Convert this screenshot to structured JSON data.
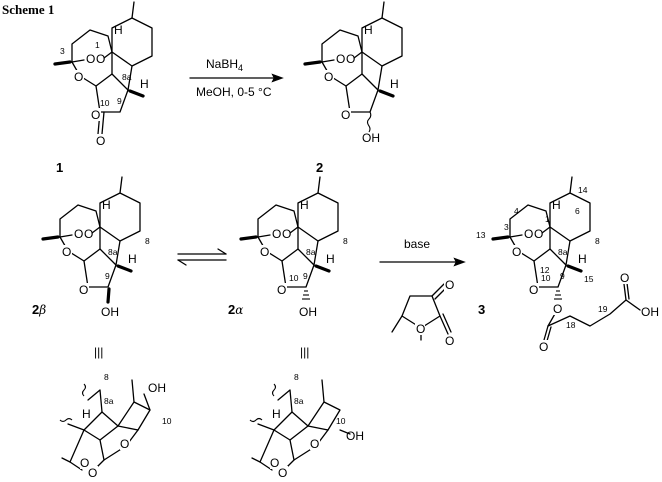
{
  "scheme": {
    "title": "Scheme 1"
  },
  "reaction1": {
    "reagent_top": "NaBH",
    "reagent_top_sub": "4",
    "reagent_bottom": "MeOH, 0-5 °C"
  },
  "reaction2": {
    "reagent": "base"
  },
  "compounds": {
    "c1": "1",
    "c2": "2",
    "c2b": "2",
    "c2b_greek": "β",
    "c2a": "2",
    "c2a_greek": "α",
    "c3": "3"
  },
  "atoms": {
    "O": "O",
    "H": "H",
    "OH": "OH"
  },
  "atom_numbers": {
    "n1": "1",
    "n3": "3",
    "n4": "4",
    "n6": "6",
    "n8": "8",
    "n8a": "8a",
    "n9": "9",
    "n10": "10",
    "n12": "12",
    "n13": "13",
    "n14": "14",
    "n15": "15",
    "n18": "18",
    "n19": "19"
  },
  "equivalence_symbol": "|||"
}
